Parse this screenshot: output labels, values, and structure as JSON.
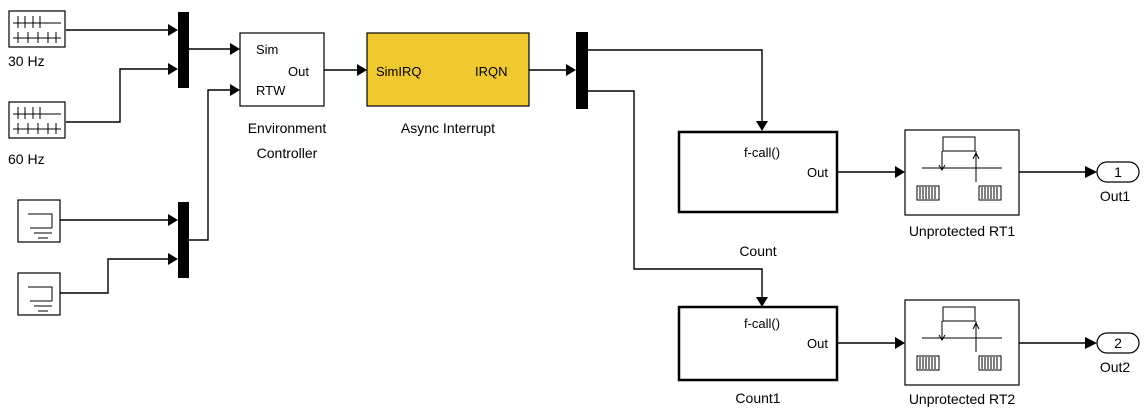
{
  "sources": {
    "clk30": "30 Hz",
    "clk60": "60 Hz"
  },
  "env_controller": {
    "label_line1": "Environment",
    "label_line2": "Controller",
    "port_sim": "Sim",
    "port_rtw": "RTW",
    "port_out": "Out"
  },
  "async_interrupt": {
    "label": "Async Interrupt",
    "port_in": "SimIRQ",
    "port_out": "IRQN",
    "fill_color": "#f0c830"
  },
  "count": {
    "label": "Count",
    "trigger": "f-call()",
    "port_out": "Out"
  },
  "count1": {
    "label": "Count1",
    "trigger": "f-call()",
    "port_out": "Out"
  },
  "rt1": {
    "label": "Unprotected RT1"
  },
  "rt2": {
    "label": "Unprotected RT2"
  },
  "out1": {
    "number": "1",
    "label": "Out1"
  },
  "out2": {
    "number": "2",
    "label": "Out2"
  }
}
